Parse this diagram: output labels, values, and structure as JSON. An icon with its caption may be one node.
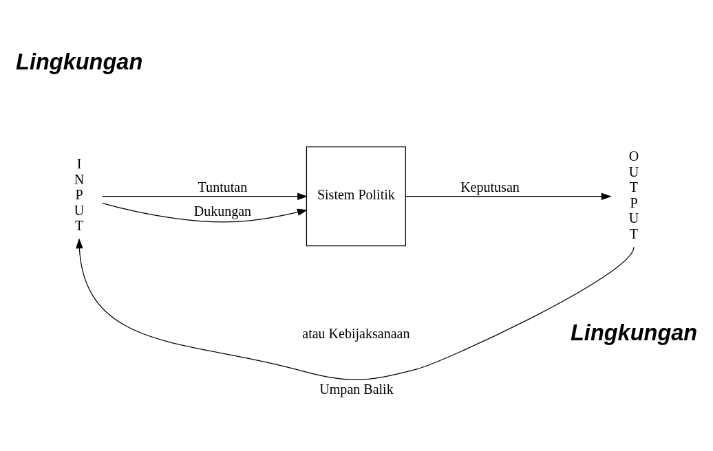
{
  "diagram": {
    "caption": "Umpan Balik",
    "nodes": [
      {
        "text": [
          "I N P U T"
        ]
      },
      {
        "text": [
          "Sistem Politik"
        ]
      },
      {
        "text": [
          "O U T P U T"
        ]
      }
    ],
    "edges": [
      {
        "from": 0,
        "to": 1,
        "arrow": "to",
        "label": "Tuntutan"
      },
      {
        "from": 0,
        "to": 1,
        "arrow": "to",
        "label": "Dukungan"
      },
      {
        "from": 1,
        "to": 2,
        "arrow": "to",
        "label": "Keputusan"
      },
      {
        "from": 2,
        "to": 0,
        "arrow": "to"
      }
    ],
    "labels": [
      "Lingkungan",
      "atau Kebijaksanaan",
      "Lingkungan"
    ]
  }
}
